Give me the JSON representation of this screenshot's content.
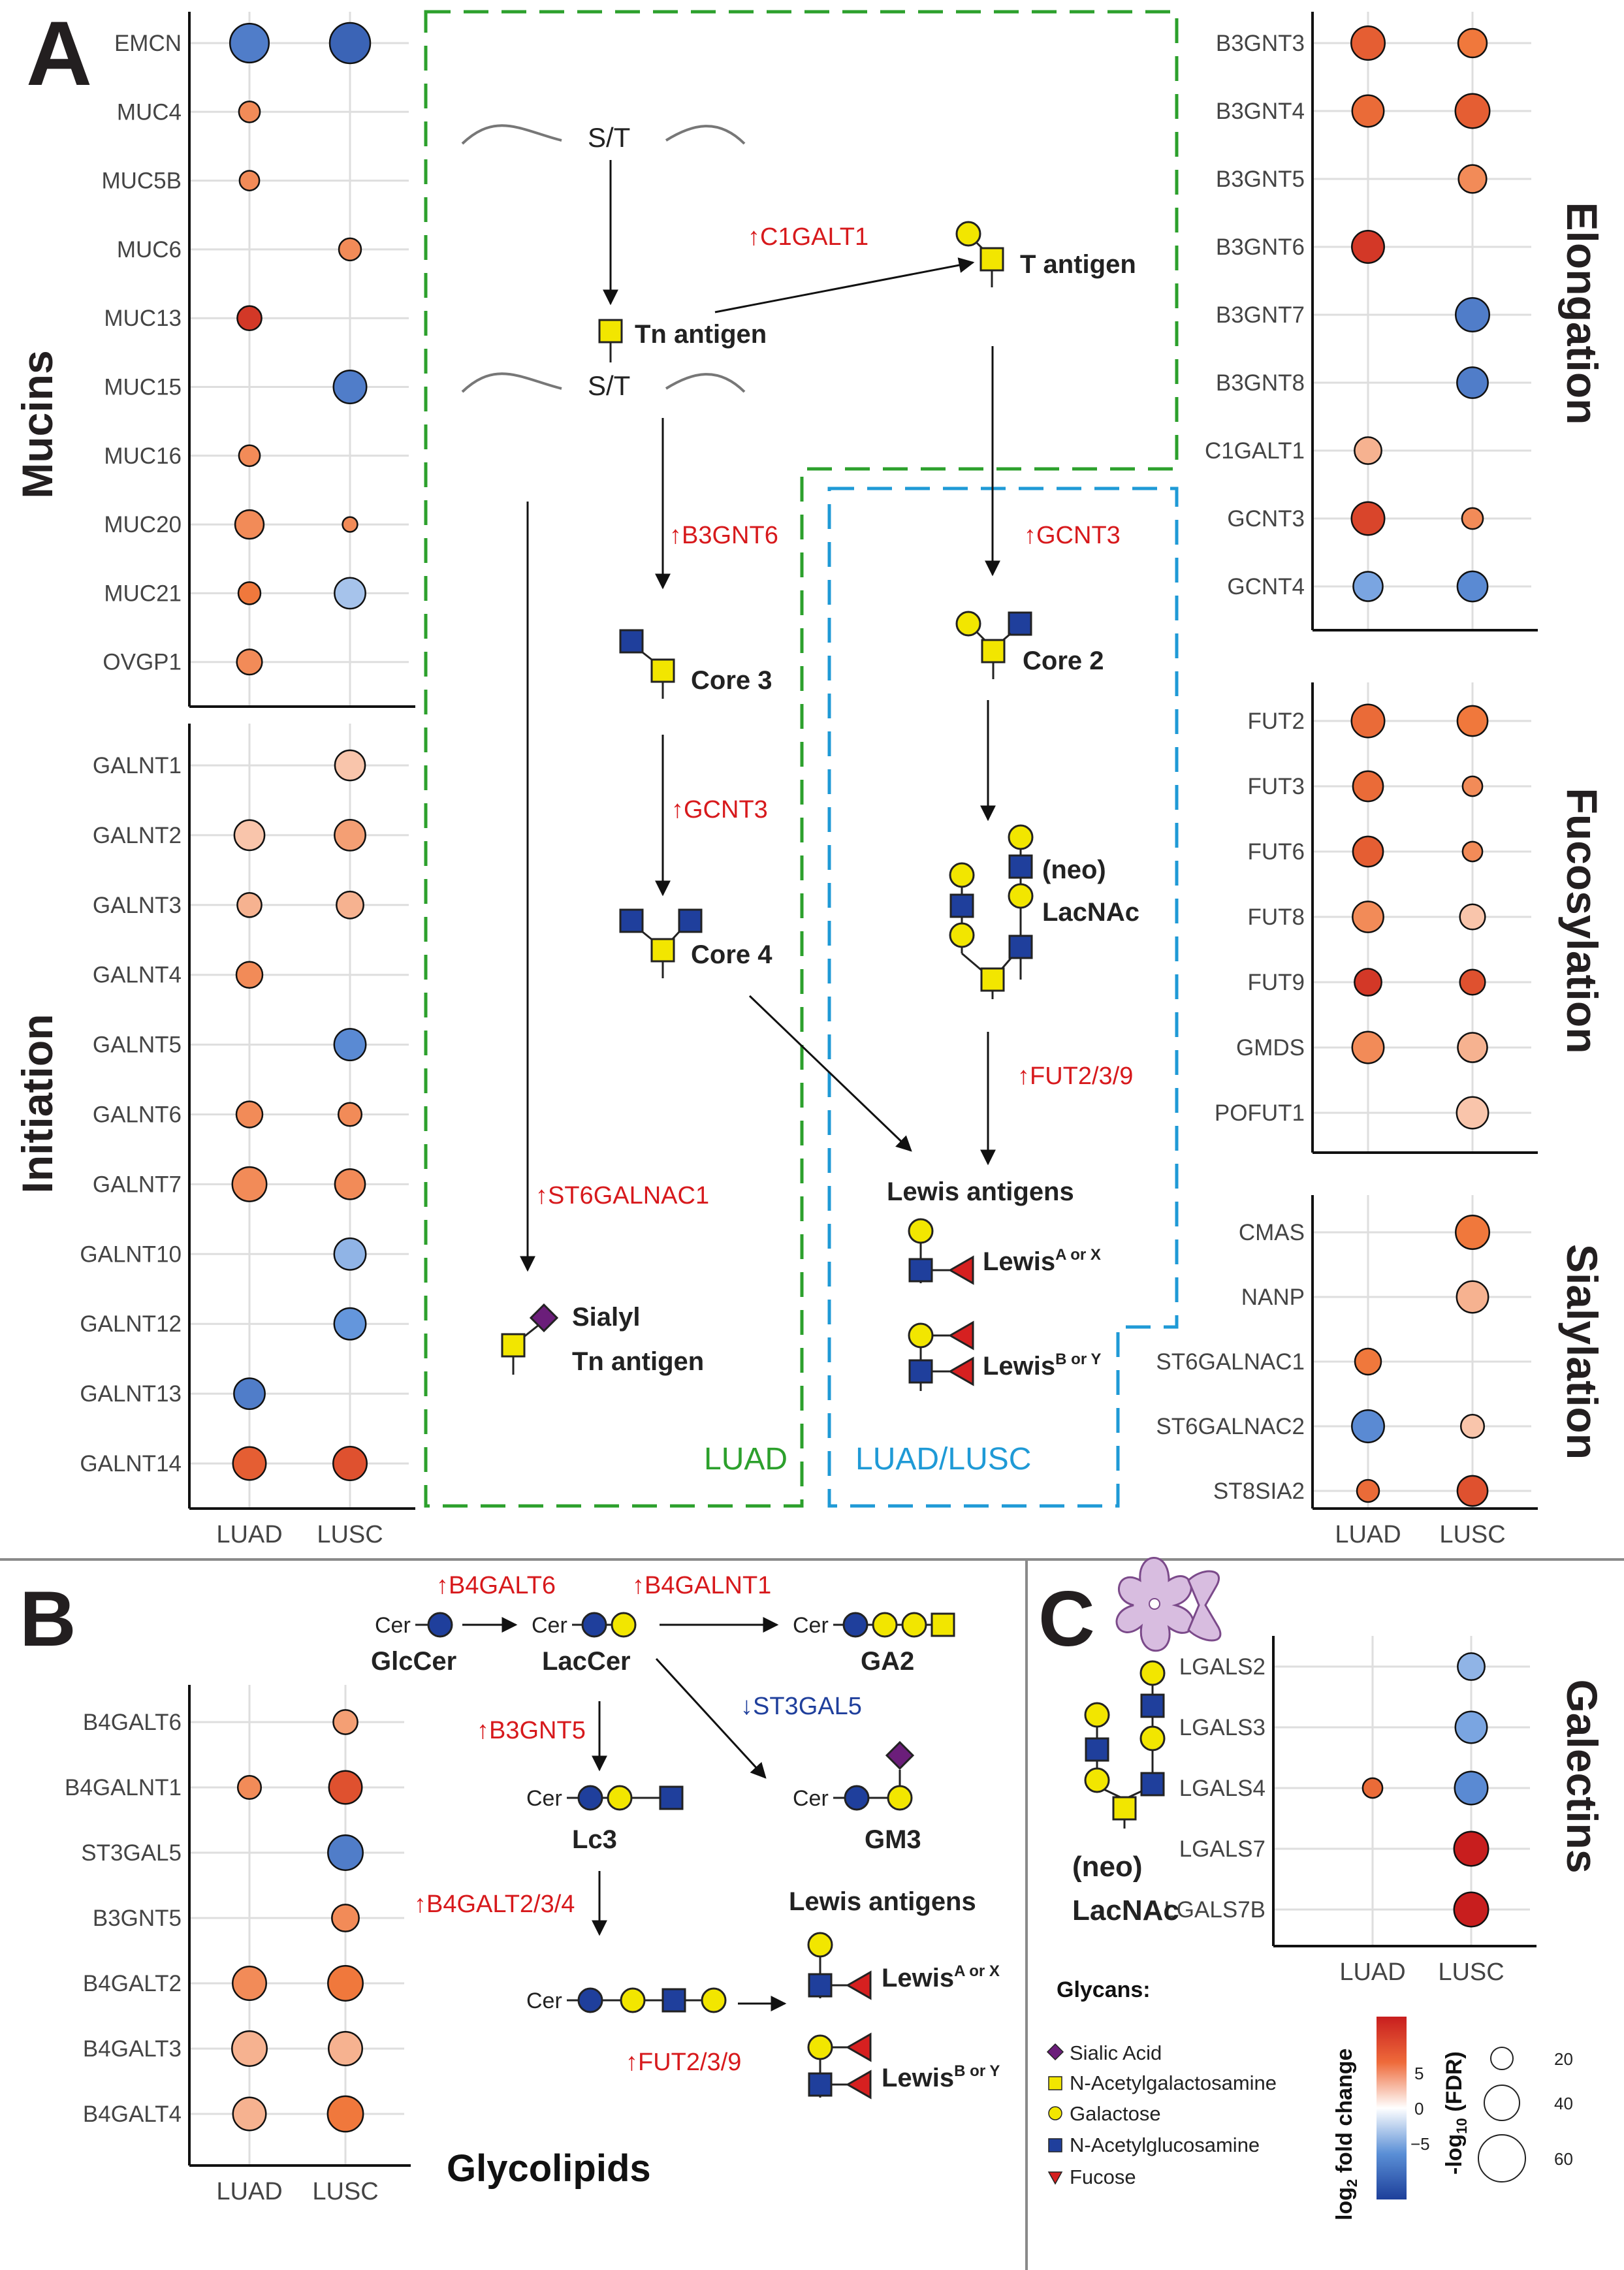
{
  "panels": {
    "a": "A",
    "b": "B",
    "c": "C"
  },
  "columns": [
    "LUAD",
    "LUSC"
  ],
  "legend_glycans": {
    "title": "Glycans:",
    "items": [
      "Sialic Acid",
      "N-Acetylgalactosamine",
      "Galactose",
      "N-Acetylglucosamine",
      "Fucose"
    ]
  },
  "legend_color": {
    "title": "log2 fold change",
    "ticks": [
      "5",
      "0",
      "−5"
    ]
  },
  "legend_size": {
    "title": "-log10 (FDR)",
    "ticks": [
      "20",
      "40",
      "60"
    ]
  },
  "colors": {
    "up_red": "#d7191c",
    "down_blue": "#2c5fb3",
    "luad_box": "#2ca02c",
    "lusc_box": "#1f9ad6",
    "galnac_yellow": "#f2e600",
    "glcnac_blue": "#1f3f9c",
    "fucose_red": "#d62020",
    "sialic_purple": "#6b1e7a"
  },
  "chart_data": [
    {
      "type": "dotplot",
      "panel": "A",
      "group": "Mucins",
      "genes": [
        "EMCN",
        "MUC4",
        "MUC5B",
        "MUC6",
        "MUC13",
        "MUC15",
        "MUC16",
        "MUC20",
        "MUC21",
        "OVGP1"
      ],
      "luad": [
        [
          -4.5,
          60
        ],
        [
          3,
          12
        ],
        [
          3,
          10
        ],
        null,
        [
          6,
          18
        ],
        null,
        [
          3,
          12
        ],
        [
          3,
          28
        ],
        [
          3.5,
          14
        ],
        [
          3,
          20
        ]
      ],
      "lusc": [
        [
          -5.5,
          66
        ],
        null,
        null,
        [
          3,
          14
        ],
        null,
        [
          -4.5,
          40
        ],
        null,
        [
          3,
          4
        ],
        [
          -2,
          34
        ],
        null
      ]
    },
    {
      "type": "dotplot",
      "panel": "A",
      "group": "Initiation",
      "genes": [
        "GALNT1",
        "GALNT2",
        "GALNT3",
        "GALNT4",
        "GALNT5",
        "GALNT6",
        "GALNT7",
        "GALNT10",
        "GALNT12",
        "GALNT13",
        "GALNT14"
      ],
      "luad": [
        null,
        [
          1.5,
          32
        ],
        [
          2,
          18
        ],
        [
          3,
          22
        ],
        null,
        [
          3,
          22
        ],
        [
          3,
          44
        ],
        null,
        null,
        [
          -4.5,
          34
        ],
        [
          4.5,
          40
        ]
      ],
      "lusc": [
        [
          1.5,
          32
        ],
        [
          2.5,
          34
        ],
        [
          2,
          24
        ],
        null,
        [
          -4,
          36
        ],
        [
          3,
          16
        ],
        [
          3,
          32
        ],
        [
          -2.5,
          36
        ],
        [
          -3.5,
          36
        ],
        null,
        [
          5,
          42
        ]
      ]
    },
    {
      "type": "dotplot",
      "panel": "A",
      "group": "Elongation",
      "genes": [
        "B3GNT3",
        "B3GNT4",
        "B3GNT5",
        "B3GNT6",
        "B3GNT7",
        "B3GNT8",
        "C1GALT1",
        "GCNT3",
        "GCNT4"
      ],
      "luad": [
        [
          4.5,
          42
        ],
        [
          4,
          36
        ],
        null,
        [
          6,
          38
        ],
        null,
        null,
        [
          2,
          24
        ],
        [
          5.5,
          40
        ],
        [
          -3,
          30
        ]
      ],
      "lusc": [
        [
          3.5,
          28
        ],
        [
          4.5,
          44
        ],
        [
          3,
          26
        ],
        null,
        [
          -4.5,
          42
        ],
        [
          -4.5,
          34
        ],
        null,
        [
          3,
          12
        ],
        [
          -4,
          32
        ]
      ]
    },
    {
      "type": "dotplot",
      "panel": "A",
      "group": "Fucosylation",
      "genes": [
        "FUT2",
        "FUT3",
        "FUT6",
        "FUT8",
        "FUT9",
        "GMDS",
        "POFUT1"
      ],
      "luad": [
        [
          4,
          40
        ],
        [
          4,
          32
        ],
        [
          4.5,
          32
        ],
        [
          3,
          34
        ],
        [
          6,
          24
        ],
        [
          3,
          36
        ],
        null
      ],
      "lusc": [
        [
          3.5,
          32
        ],
        [
          3,
          10
        ],
        [
          3,
          10
        ],
        [
          1.5,
          20
        ],
        [
          5,
          20
        ],
        [
          2,
          30
        ],
        [
          1.5,
          36
        ]
      ]
    },
    {
      "type": "dotplot",
      "panel": "A",
      "group": "Sialylation",
      "genes": [
        "CMAS",
        "NANP",
        "ST6GALNAC1",
        "ST6GALNAC2",
        "ST8SIA2"
      ],
      "luad": [
        null,
        null,
        [
          3.5,
          22
        ],
        [
          -4,
          38
        ],
        [
          4,
          14
        ]
      ],
      "lusc": [
        [
          3.5,
          42
        ],
        [
          2,
          36
        ],
        null,
        [
          1.5,
          16
        ],
        [
          5,
          32
        ]
      ]
    },
    {
      "type": "dotplot",
      "panel": "B",
      "group": "Glycolipids",
      "genes": [
        "B4GALT6",
        "B4GALNT1",
        "ST3GAL5",
        "B3GNT5",
        "B4GALT2",
        "B4GALT3",
        "B4GALT4"
      ],
      "luad": [
        null,
        [
          3,
          16
        ],
        null,
        null,
        [
          3,
          42
        ],
        [
          2,
          46
        ],
        [
          2,
          40
        ]
      ],
      "lusc": [
        [
          2.5,
          18
        ],
        [
          5,
          40
        ],
        [
          -4.5,
          46
        ],
        [
          3,
          24
        ],
        [
          3.5,
          46
        ],
        [
          2,
          42
        ],
        [
          3.5,
          48
        ]
      ]
    },
    {
      "type": "dotplot",
      "panel": "C",
      "group": "Galectins",
      "genes": [
        "LGALS2",
        "LGALS3",
        "LGALS4",
        "LGALS7",
        "LGALS7B"
      ],
      "luad": [
        null,
        null,
        [
          4,
          10
        ],
        null,
        null
      ],
      "lusc": [
        [
          -2.5,
          24
        ],
        [
          -3,
          36
        ],
        [
          -4,
          40
        ],
        [
          7,
          44
        ],
        [
          7,
          44
        ]
      ]
    }
  ],
  "pathway_a": {
    "st1": "S/T",
    "st2": "S/T",
    "tn": "Tn antigen",
    "t": "T antigen",
    "core3": "Core 3",
    "core4": "Core 4",
    "core2": "Core 2",
    "neo": "(neo)",
    "lacnac": "LacNAc",
    "lewis": "Lewis antigens",
    "lewis_ax": "Lewis",
    "lewis_ax_sup": "A or X",
    "lewis_by": "Lewis",
    "lewis_by_sup": "B or Y",
    "sialyl": "Sialyl",
    "sialyl_tn": "Tn antigen",
    "enz_c1galt1": "↑C1GALT1",
    "enz_b3gnt6": "↑B3GNT6",
    "enz_gcnt3a": "↑GCNT3",
    "enz_gcnt3b": "↑GCNT3",
    "enz_fut": "↑FUT2/3/9",
    "enz_st6": "↑ST6GALNAC1",
    "luad_box": "LUAD",
    "lusc_box": "LUAD/LUSC"
  },
  "pathway_b": {
    "cer": "Cer",
    "glccer": "GlcCer",
    "laccer": "LacCer",
    "ga2": "GA2",
    "lc3": "Lc3",
    "gm3": "GM3",
    "lewis": "Lewis antigens",
    "lewis_a": "Lewis",
    "lewis_a_sup": "A or X",
    "lewis_b": "Lewis",
    "lewis_b_sup": "B or Y",
    "title": "Glycolipids",
    "enz_b4galt6": "↑B4GALT6",
    "enz_b4galnt1": "↑B4GALNT1",
    "enz_st3gal5": "↓ST3GAL5",
    "enz_b3gnt5": "↑B3GNT5",
    "enz_b4galt234": "↑B4GALT2/3/4",
    "enz_fut": "↑FUT2/3/9"
  },
  "pathway_c": {
    "neo": "(neo)",
    "lacnac": "LacNAc"
  }
}
